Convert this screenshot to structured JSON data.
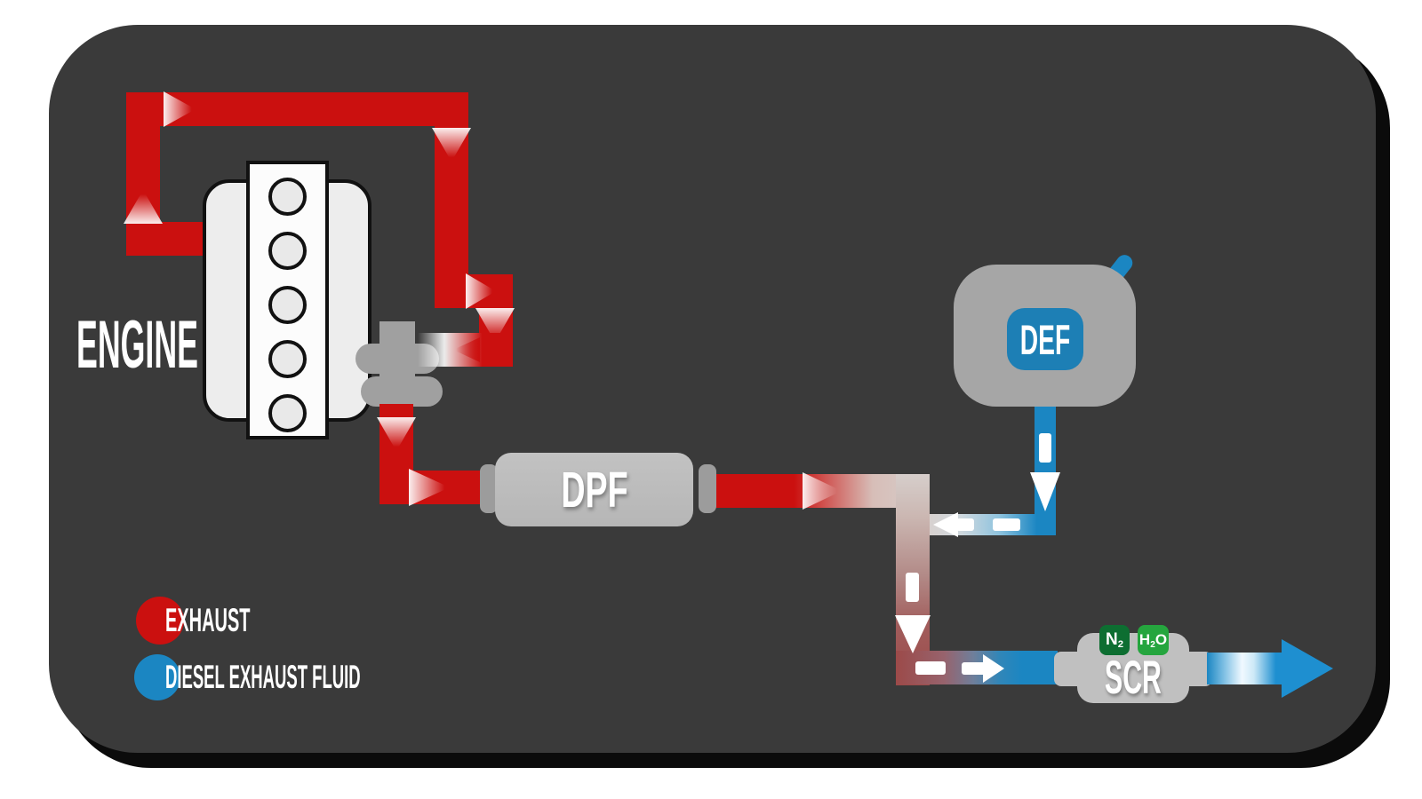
{
  "title_labels": {
    "engine": "ENGINE",
    "dpf": "DPF",
    "def": "DEF",
    "scr": "SCR"
  },
  "badges": {
    "n2": {
      "base": "N",
      "sub": "2"
    },
    "h2o": {
      "pre": "H",
      "sub": "2",
      "post": "O"
    }
  },
  "legend": {
    "items": [
      {
        "label": "EXHAUST",
        "color": "#cb100f"
      },
      {
        "label": "DIESEL EXHAUST FLUID",
        "color": "#1b86c2"
      }
    ]
  },
  "colors": {
    "panel": "#3a3a3a",
    "shadow": "#0b0b0b",
    "exhaust-red": "#cb100f",
    "exhaust-red-dark": "#9c4a49",
    "def-blue": "#1b86c2",
    "def-box-blue": "#1d7fb5",
    "arrow-blue": "#1e8fd0",
    "component-gray": "#b6b6b6",
    "cap-gray": "#9c9c9c",
    "turbo-gray": "#a0a0a0",
    "tank-gray": "#a6a6a6",
    "scr-gray": "#c0c0c0",
    "n2-green": "#0d6e31",
    "h2o-green": "#25a53e"
  }
}
